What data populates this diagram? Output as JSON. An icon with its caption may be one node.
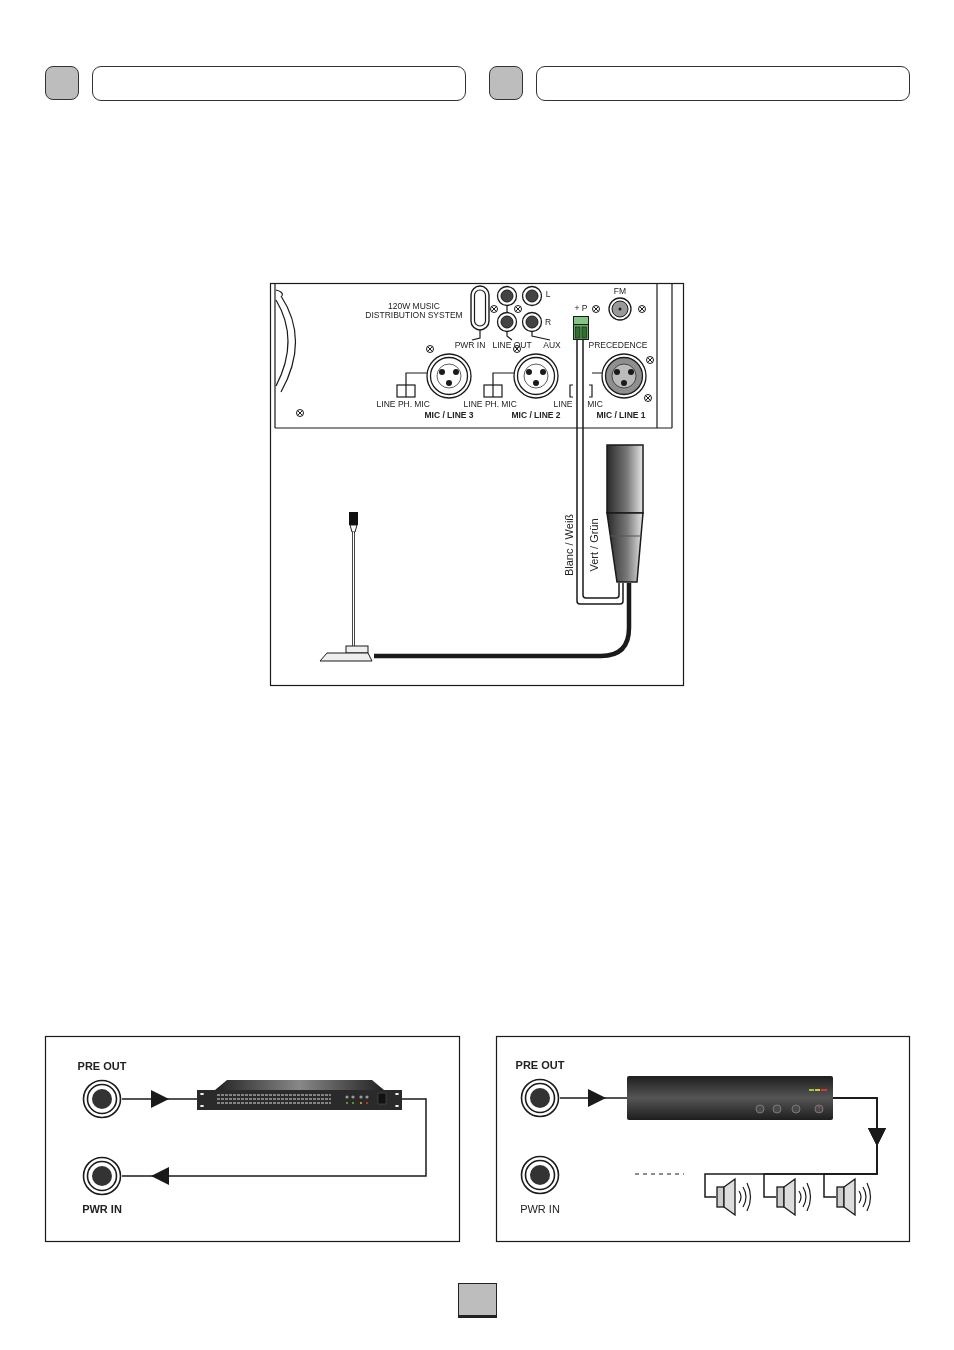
{
  "diagram": {
    "nodes": [
      {
        "text": [],
        "shape": "box",
        "beside": [
          "+ P",
          "PRECEDENCE"
        ]
      },
      {
        "text": [],
        "shape": "picture"
      },
      {
        "text": [],
        "shape": "picture"
      },
      {
        "text": [],
        "shape": "circle",
        "beside": [
          "PRE OUT"
        ]
      },
      {
        "text": [],
        "shape": "picture"
      },
      {
        "text": [],
        "shape": "circle",
        "beside": [
          "PWR IN"
        ]
      },
      {
        "text": [],
        "shape": "circle",
        "beside": [
          "PRE OUT"
        ]
      },
      {
        "text": [],
        "shape": "picture"
      },
      {
        "text": [],
        "shape": "circle",
        "beside": [
          "PWR IN"
        ]
      },
      {
        "text": [],
        "shape": "picture"
      },
      {
        "text": [],
        "shape": "picture"
      },
      {
        "text": [],
        "shape": "picture"
      }
    ],
    "edges": [
      {
        "from": 2,
        "to": 1,
        "arrow": "none",
        "style": "thick"
      },
      {
        "from": 1,
        "to": 0,
        "arrow": "none",
        "label": "Blanc / Weiß"
      },
      {
        "from": 1,
        "to": 0,
        "arrow": "none",
        "label": "Vert / Grün"
      },
      {
        "from": 3,
        "to": 4,
        "arrow": "to"
      },
      {
        "from": 4,
        "to": 5,
        "arrow": "to"
      },
      {
        "from": 6,
        "to": 7,
        "arrow": "to"
      },
      {
        "from": 7,
        "to": 9,
        "arrow": "to"
      },
      {
        "from": 7,
        "to": 10,
        "arrow": "to"
      },
      {
        "from": 7,
        "to": 11,
        "arrow": "to"
      }
    ],
    "labels": [
      "120W MUSIC DISTRIBUTION SYSTEM",
      "L",
      "FM",
      "R",
      "PWR IN",
      "LINE OUT",
      "AUX",
      "LINE",
      "PH.",
      "MIC",
      "LINE",
      "PH.",
      "MIC",
      "LINE",
      "MIC",
      "MIC / LINE 3",
      "MIC / LINE 2",
      "MIC / LINE 1"
    ]
  }
}
